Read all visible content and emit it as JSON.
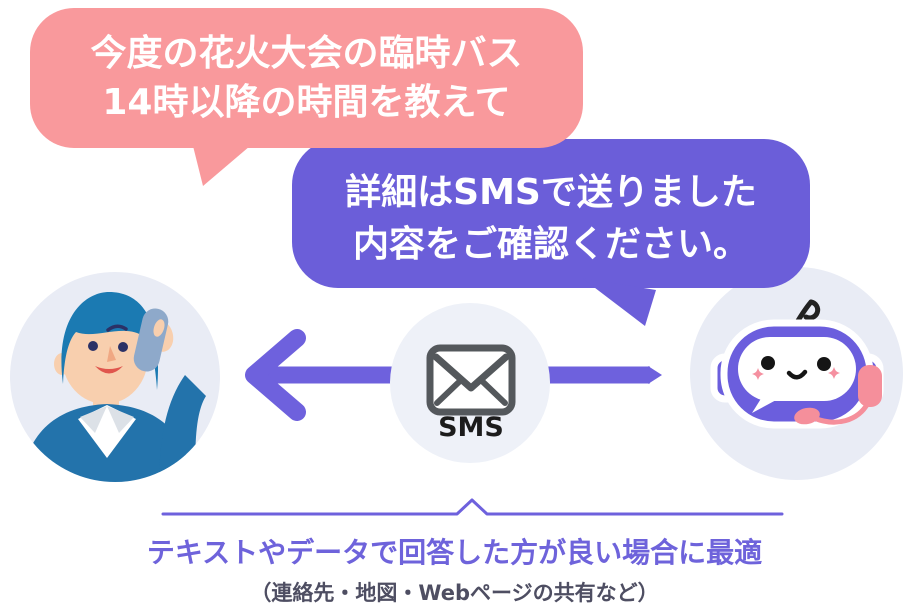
{
  "user_bubble": {
    "line1": "今度の花火大会の臨時バス",
    "line2": "14時以降の時間を教えて"
  },
  "bot_bubble": {
    "line1": "詳細はSMSで送りました",
    "line2": "内容をご確認ください。"
  },
  "sms": {
    "label": "SMS"
  },
  "caption": {
    "title": "テキストやデータで回答した方が良い場合に最適",
    "subtitle": "（連絡先・地図・Webページの共有など）"
  },
  "colors": {
    "user_bubble_pink": "#f9999c",
    "bot_bubble_purple": "#6b5ed9",
    "arrow_purple": "#6e61dd",
    "divider_purple": "#6e61dd",
    "caption_title_purple": "#6e63db",
    "caption_subtitle_gray": "#4e4e62",
    "avatar_circle_bg": "#e9ecf5",
    "sms_circle_bg": "#eef1f8",
    "envelope_gray": "#54585c",
    "person_hair_blue": "#1b7ab2",
    "person_sweater_blue": "#2373ab",
    "person_skin": "#f8cfae",
    "robot_purple": "#6b5edd",
    "robot_headset_pink": "#f58f9b"
  },
  "icons": {
    "envelope": "envelope-icon",
    "arrow": "arrow-left-icon",
    "brace": "upward-caret-divider",
    "person": "person-on-phone-illustration",
    "robot": "chatbot-illustration"
  }
}
